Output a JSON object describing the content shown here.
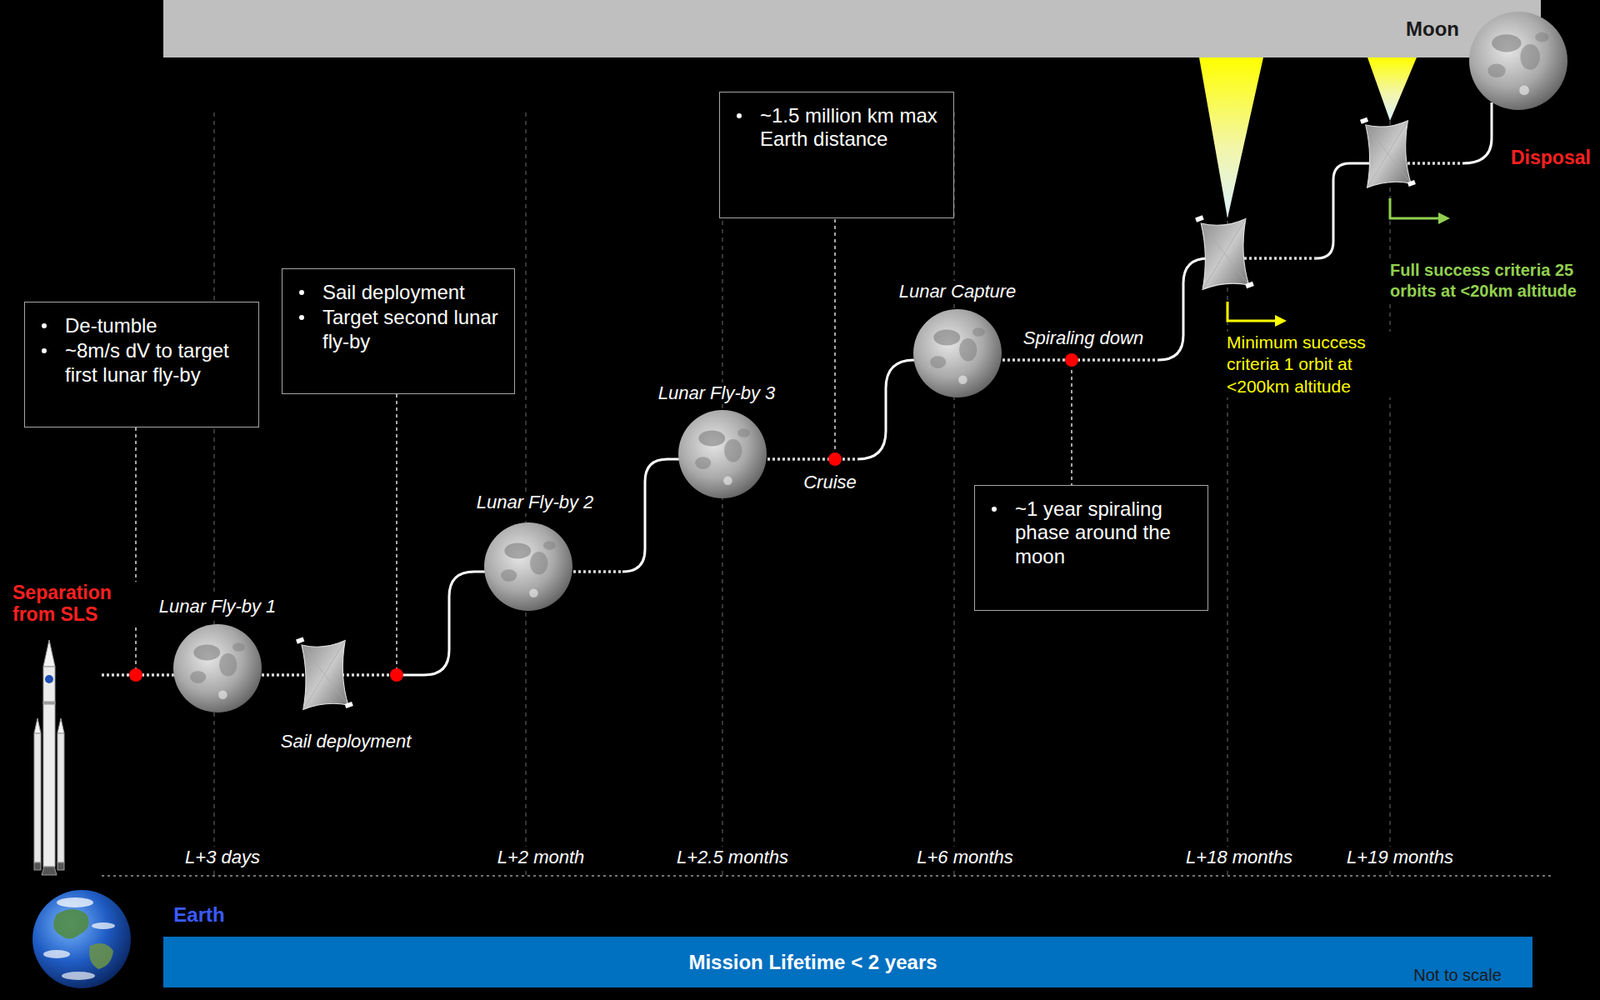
{
  "diagram": {
    "nodes": [
      {
        "text": [
          "Moon"
        ]
      },
      {
        "text": [
          "De-tumble",
          "~8m/s dV to target first lunar fly-by"
        ]
      },
      {
        "text": [
          "Sail deployment",
          "Target second lunar fly-by"
        ]
      },
      {
        "text": [
          "~1.5 million km max Earth distance"
        ]
      },
      {
        "text": [
          "~1 year spiraling phase around the moon"
        ]
      },
      {
        "text": [
          "Mission Lifetime < 2 years"
        ]
      }
    ],
    "labels": [
      "Separation from SLS",
      "Lunar Fly-by 1",
      "Sail deployment",
      "Lunar Fly-by 2",
      "Lunar Fly-by 3",
      "Cruise",
      "Lunar Capture",
      "Spiraling down",
      "Disposal",
      "Minimum success criteria 1 orbit at <200km altitude",
      "Full success criteria 25 orbits at <20km altitude",
      "Earth",
      "L+3 days",
      "L+2 month",
      "L+2.5 months",
      "L+6 months",
      "L+18 months",
      "L+19 months",
      "Not to scale"
    ]
  }
}
